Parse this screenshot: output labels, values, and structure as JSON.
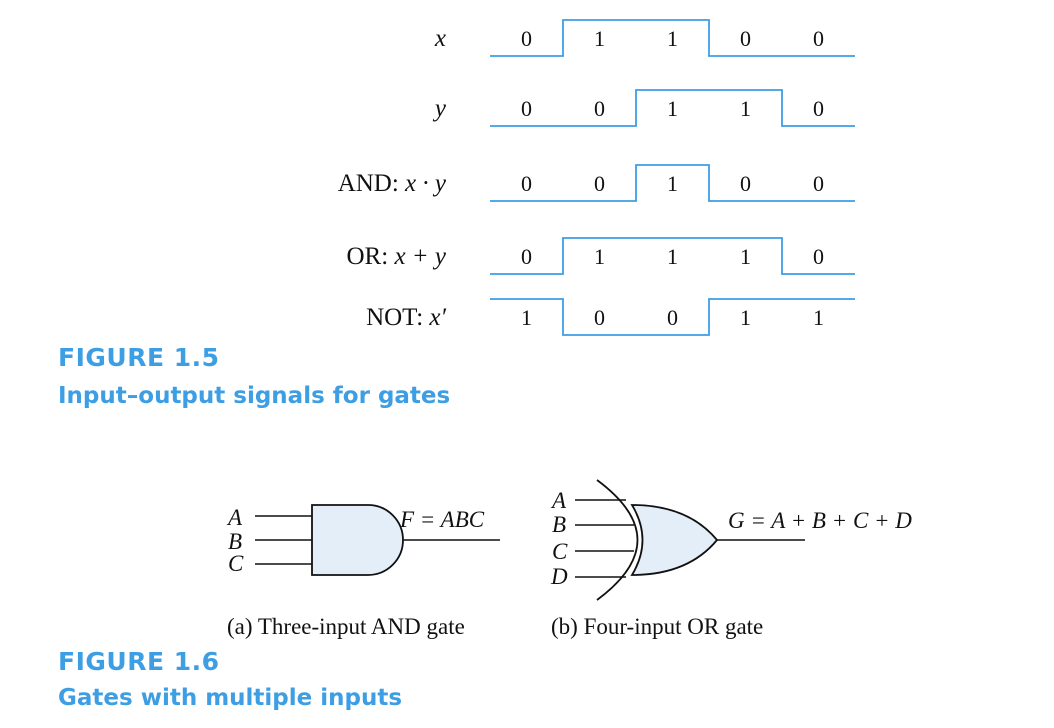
{
  "figure_1_5": {
    "number": "FIGURE 1.5",
    "caption": "Input–output signals for gates",
    "signals": [
      {
        "prefix": "",
        "expr": "x",
        "bits": [
          0,
          1,
          1,
          0,
          0
        ]
      },
      {
        "prefix": "",
        "expr": "y",
        "bits": [
          0,
          0,
          1,
          1,
          0
        ]
      },
      {
        "prefix": "AND:",
        "expr": "x · y",
        "bits": [
          0,
          0,
          1,
          0,
          0
        ]
      },
      {
        "prefix": "OR:",
        "expr": "x + y",
        "bits": [
          0,
          1,
          1,
          1,
          0
        ]
      },
      {
        "prefix": "NOT:",
        "expr": "x′",
        "bits": [
          1,
          0,
          0,
          1,
          1
        ]
      }
    ]
  },
  "figure_1_6": {
    "number": "FIGURE 1.6",
    "caption": "Gates with multiple inputs",
    "and_gate": {
      "inputs": [
        "A",
        "B",
        "C"
      ],
      "output": "F = ABC",
      "caption": "(a) Three-input AND gate"
    },
    "or_gate": {
      "inputs": [
        "A",
        "B",
        "C",
        "D"
      ],
      "output": "G = A + B + C + D",
      "caption": "(b) Four-input OR gate"
    }
  },
  "colors": {
    "waveform": "#3d9ee4",
    "caption": "#3d9ee4",
    "gate_fill": "#e3eef9",
    "ink": "#111111"
  }
}
